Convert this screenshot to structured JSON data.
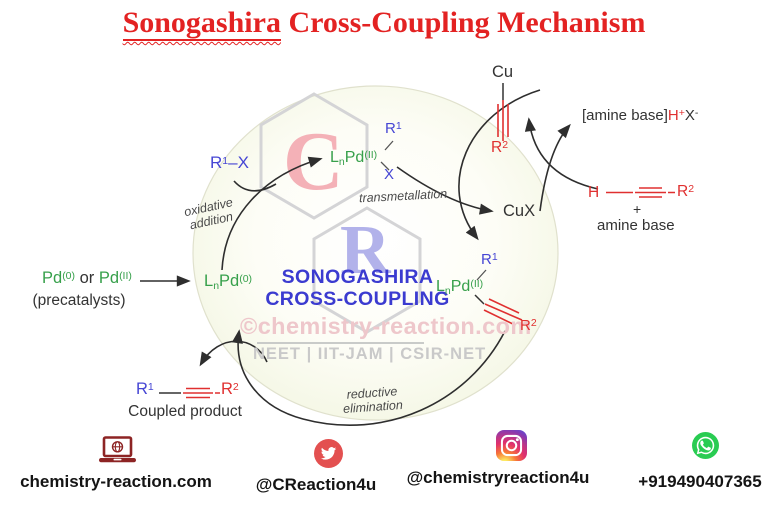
{
  "title": {
    "underlined": "Sonogashira",
    "rest": " Cross-Coupling Mechanism"
  },
  "chem": {
    "R": "R",
    "one": "1",
    "two": "2",
    "X": "X",
    "bond": "–",
    "L": "L",
    "n": "n",
    "Pd": "Pd",
    "ox0": "(0)",
    "ox2": "(II)",
    "Cu": "Cu",
    "CuX": "CuX",
    "H": "H",
    "plus_sup": "+",
    "minus_sup": "-",
    "or": " or ",
    "precatalysts": "(precatalysts)",
    "amine_salt": "[amine base]",
    "plus": "+",
    "amine_base": "amine base",
    "coupled_product": "Coupled product"
  },
  "steps": {
    "oxidative1": "oxidative",
    "oxidative2": "addition",
    "transmetallation": "transmetallation",
    "reductive1": "reductive",
    "reductive2": "elimination"
  },
  "center": {
    "line1": "SONOGASHIRA",
    "line2": "CROSS-COUPLING",
    "watermark": "©chemistry-reaction.com",
    "exams": "NEET | IIT-JAM | CSIR-NET",
    "hex_letter_1": "C",
    "hex_letter_2": "R"
  },
  "footer": {
    "website": "chemistry-reaction.com",
    "twitter": "@CReaction4u",
    "instagram": "@chemistryreaction4u",
    "whatsapp": "+919490407365"
  },
  "colors": {
    "title_red": "#e32222",
    "species_red": "#e03030",
    "pd_green": "#37a04b",
    "halide_blue": "#4646d4",
    "center_blue": "#3b3bd0",
    "watermark_pink": "#eec7cb",
    "exam_gray": "#c9c9c9",
    "arrow_dark": "#2e2e2e",
    "twitter_red": "#e35050",
    "whatsapp_green": "#29cc52",
    "laptop_maroon": "#8d2424"
  }
}
